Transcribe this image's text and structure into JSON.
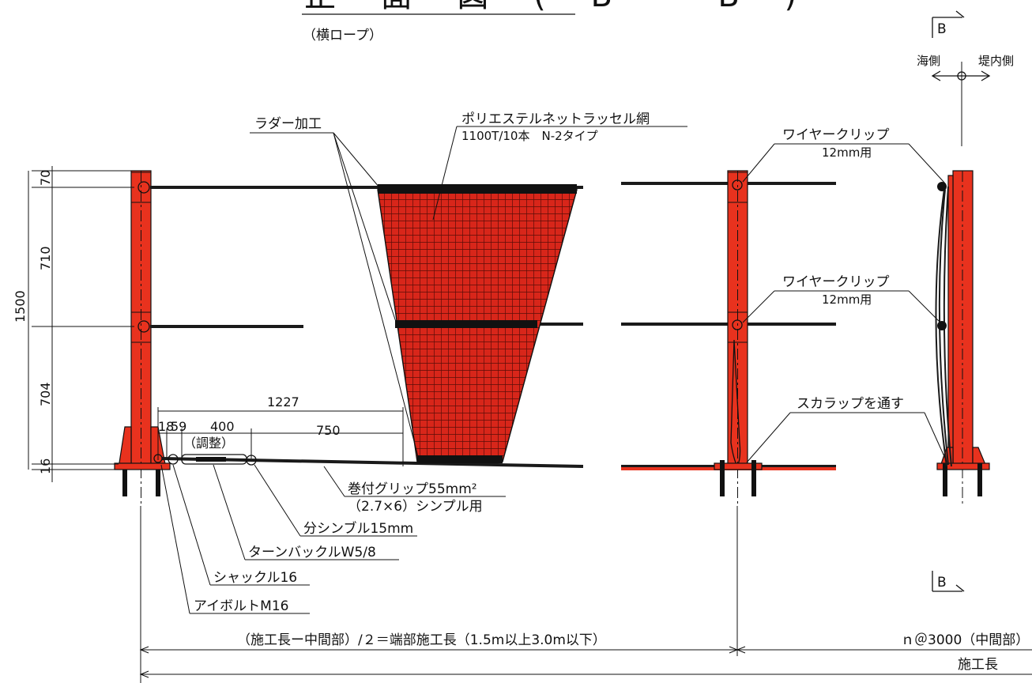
{
  "title": {
    "main": "正 面 図 ( B – B )",
    "sub": "（横ロープ）"
  },
  "section_markers": {
    "top": "B",
    "bottom": "B"
  },
  "direction": {
    "left": "海側",
    "right": "堤内側"
  },
  "labels": {
    "ladder": "ラダー加工",
    "net_name": "ポリエステルネットラッセル網",
    "net_spec": "1100T/10本　N-2タイプ",
    "wire_clip_top": "ワイヤークリップ",
    "wire_clip_top_size": "12mm用",
    "wire_clip_mid": "ワイヤークリップ",
    "wire_clip_mid_size": "12mm用",
    "scallop": "スカラップを通す",
    "grip": "巻付グリップ55mm²",
    "grip_sub": "（2.7×6）シンプル用",
    "thimble": "分シンブル15mm",
    "turnbuckle": "ターンバックルW5/8",
    "shackle": "シャックル16",
    "eyebolt": "アイボルトM16",
    "adjust": "（調整）"
  },
  "dimensions": {
    "total_height": "1500",
    "seg_70": "70",
    "seg_710": "710",
    "seg_704": "704",
    "seg_16": "16",
    "d1227": "1227",
    "d18": "18",
    "d59": "59",
    "d400": "400",
    "d750": "750",
    "end_length": "（施工長ー中間部）/２＝端部施工長（1.5m以上3.0m以下）",
    "middle": "ｎ＠3000（中間部）",
    "total_length": "施工長"
  },
  "colors": {
    "post": "#e8321e",
    "net": "#d8261a",
    "rope": "#1a1a1a"
  }
}
